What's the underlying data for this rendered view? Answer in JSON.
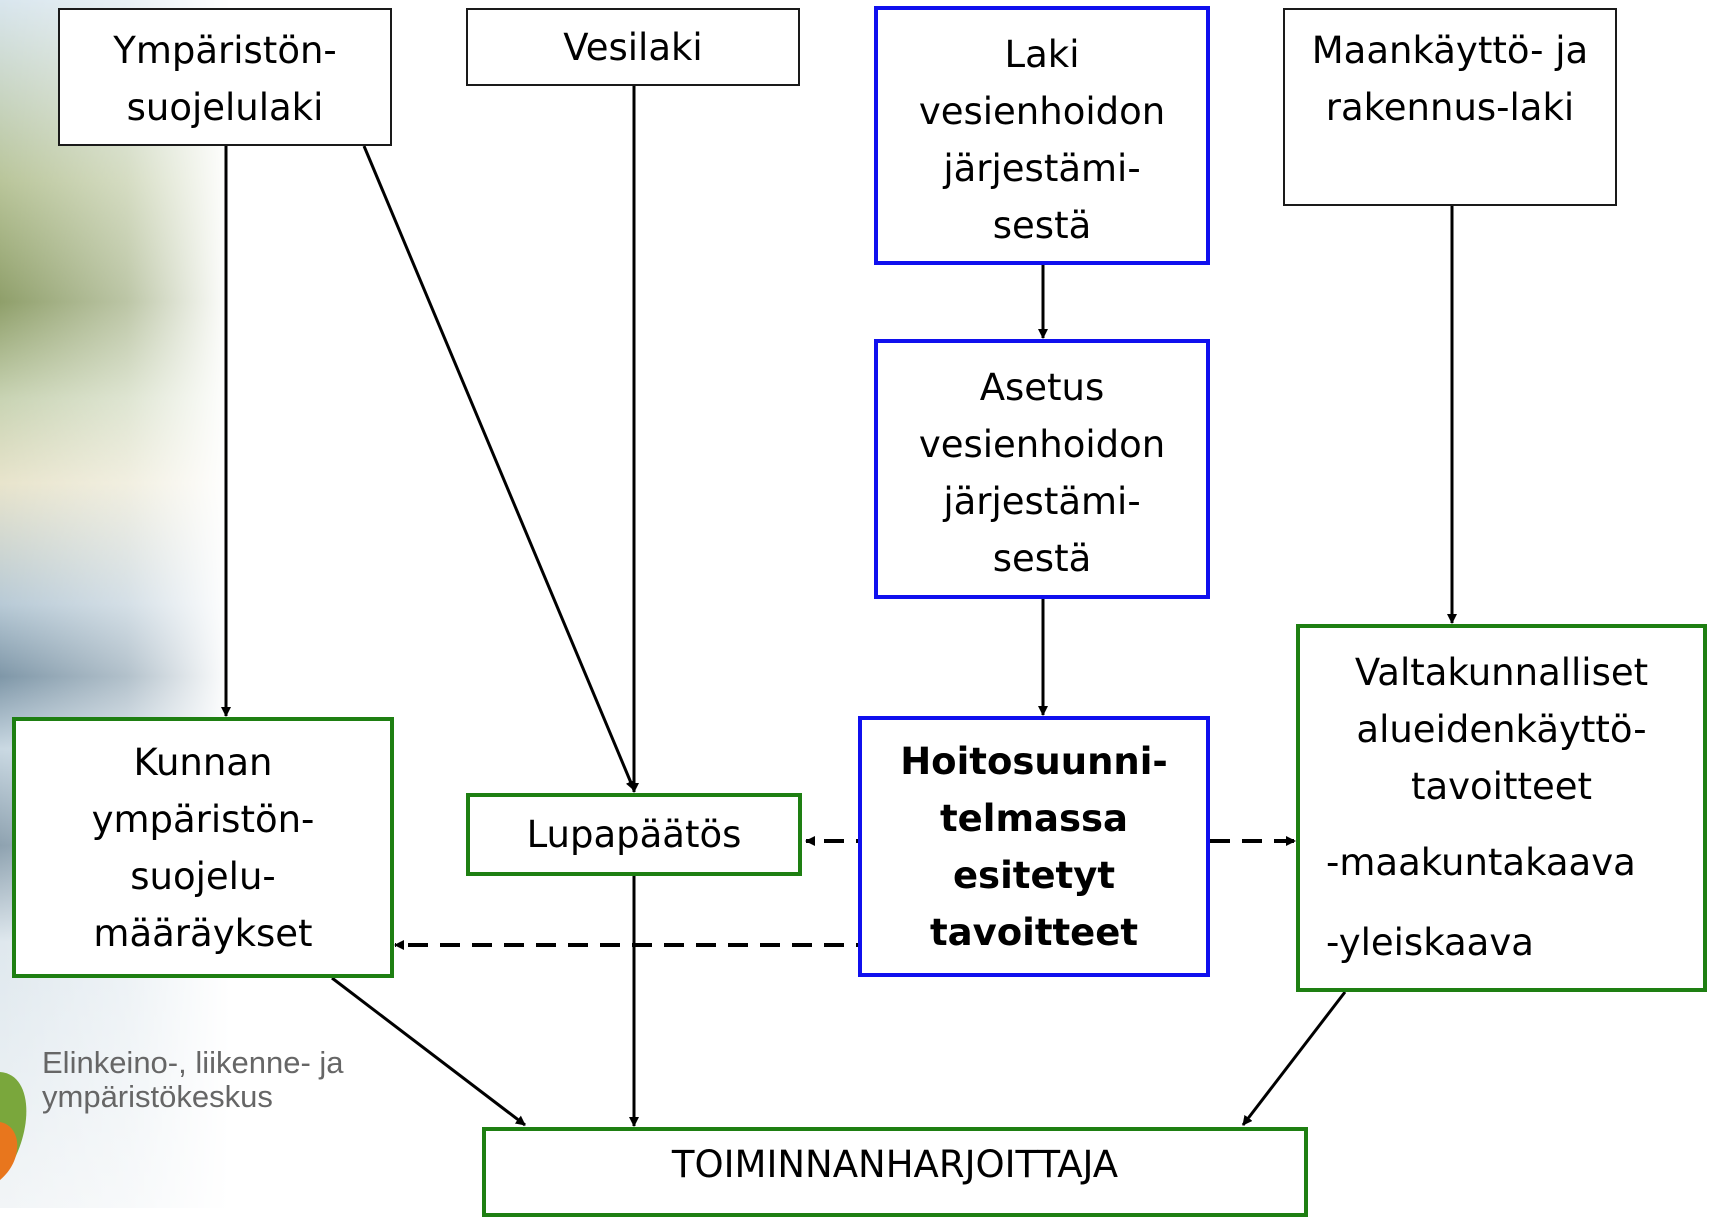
{
  "boxes": {
    "ymparisto": {
      "lines": [
        "Ympäristön-",
        "suojelulaki"
      ]
    },
    "vesilaki": {
      "lines": [
        "Vesilaki"
      ]
    },
    "laki": {
      "lines": [
        "Laki",
        "vesienhoidon",
        "järjestämi-",
        "sestä"
      ]
    },
    "maankaytto": {
      "lines": [
        "Maankäyttö- ja",
        "rakennus-laki"
      ]
    },
    "asetus": {
      "lines": [
        "Asetus",
        "vesienhoidon",
        "järjestämi-",
        "sestä"
      ]
    },
    "kunnan": {
      "lines": [
        "Kunnan",
        "ympäristön-",
        "suojelu-",
        "määräykset"
      ]
    },
    "lupapaatos": {
      "lines": [
        "Lupapäätös"
      ]
    },
    "hoito": {
      "lines": [
        "Hoitosuunni-",
        "telmassa",
        "esitetyt",
        "tavoitteet"
      ]
    },
    "valtakunnalliset": {
      "lines": [
        "Valtakunnalliset",
        "alueidenkäyttö-",
        "tavoitteet"
      ],
      "items": [
        "-maakuntakaava",
        "-yleiskaava"
      ]
    },
    "toiminnan": {
      "lines": [
        "TOIMINNANHARJOITTAJA"
      ]
    }
  },
  "logo": {
    "lines": [
      "Elinkeino-, liikenne- ja",
      "ympäristökeskus"
    ]
  },
  "colors": {
    "blue_border": "#1010ee",
    "green_border": "#1e7f12",
    "black_border": "#1a1a1a"
  }
}
